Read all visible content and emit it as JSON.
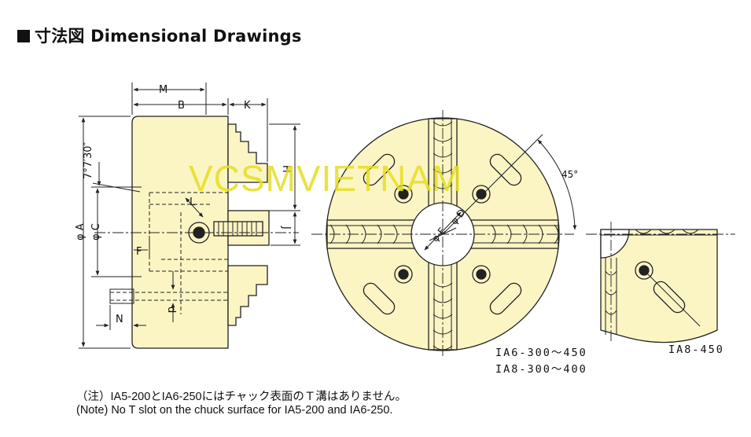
{
  "header": {
    "title": "寸法図  Dimensional Drawings"
  },
  "watermark": "VCSMVIETNAM",
  "side_view": {
    "labels": {
      "M": "M",
      "B": "B",
      "K": "K",
      "H": "H",
      "J": "J",
      "L": "L",
      "phiA": "φ A",
      "phiC": "φ C",
      "F": "F",
      "N": "N",
      "d": "d",
      "angle": "7°7′30″"
    }
  },
  "front_view": {
    "labels": {
      "angle": "45°",
      "phiD": "φ D",
      "phiE": "φ E"
    }
  },
  "models": {
    "front_1": "IA6-300～450",
    "front_2": "IA8-300～400",
    "partial": "IA8-450"
  },
  "notes": {
    "jp": "（注）IA5-200とIA6-250にはチャック表面のＴ溝はありません。",
    "en": "(Note) No T slot on the chuck surface for IA5-200 and IA6-250."
  },
  "colors": {
    "body_fill": "#fbf5c4",
    "line": "#222222",
    "watermark": "#e7de20"
  }
}
